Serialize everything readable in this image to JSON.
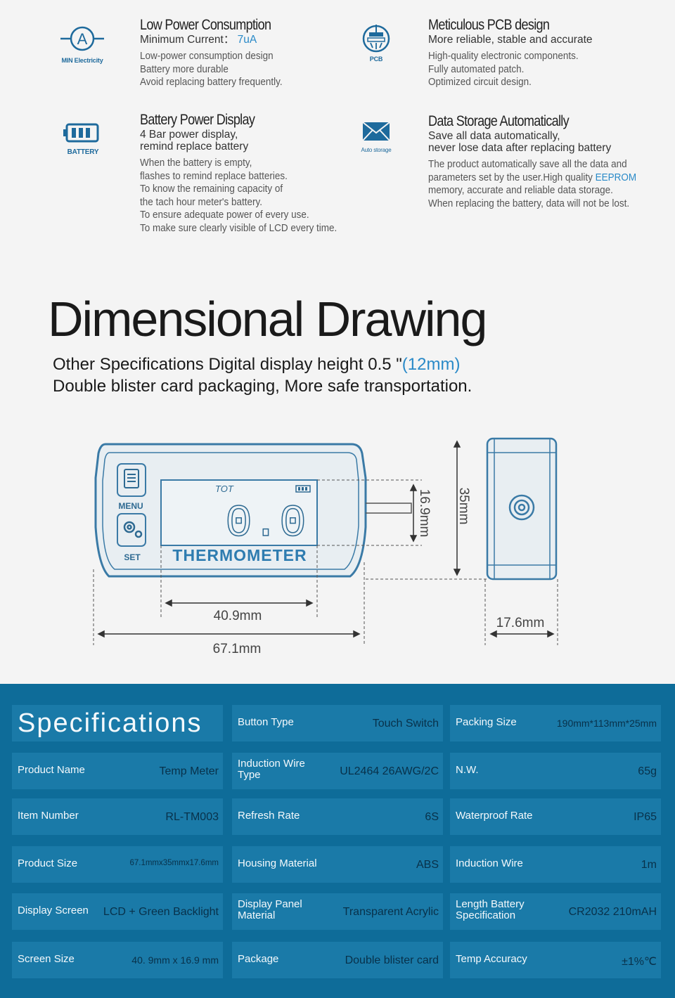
{
  "features": [
    {
      "id": "low-power",
      "icon": "ammeter-icon",
      "icon_caption": "MIN Electricity",
      "title": "Low Power Consumption",
      "subtitle_lines": [
        {
          "text": "Minimum Current：",
          "accent": "7uA"
        }
      ],
      "body_lines": [
        "Low-power consumption design",
        "Battery more durable",
        "Avoid replacing battery frequently."
      ]
    },
    {
      "id": "pcb",
      "icon": "pcb-chip-icon",
      "icon_caption": "PCB",
      "title": "Meticulous PCB design",
      "subtitle_lines": [
        {
          "text": "More reliable, stable and accurate",
          "accent": ""
        }
      ],
      "body_lines": [
        "High-quality electronic components.",
        "Fully automated patch.",
        "Optimized circuit design."
      ]
    },
    {
      "id": "battery",
      "icon": "battery-icon",
      "icon_caption": "BATTERY",
      "title": "Battery Power Display",
      "subtitle_lines": [
        {
          "text": "4 Bar power display,",
          "accent": ""
        },
        {
          "text": "remind replace battery",
          "accent": ""
        }
      ],
      "body_lines": [
        "When the battery is empty,",
        "flashes to remind replace batteries.",
        "To know the remaining capacity of",
        "the tach hour meter's battery.",
        "To ensure adequate power of every use.",
        "To make sure clearly visible of LCD every time."
      ]
    },
    {
      "id": "storage",
      "icon": "envelope-icon",
      "icon_caption": "Auto storage",
      "title": "Data Storage Automatically",
      "subtitle_lines": [
        {
          "text": "Save all data automatically,",
          "accent": ""
        },
        {
          "text": "never lose data after replacing battery",
          "accent": ""
        }
      ],
      "body_lines": [
        "The product automatically save all the data and",
        "parameters set by the user.High quality |EEPROM",
        "memory, accurate and reliable data storage.",
        "When replacing the battery, data will not be lost."
      ]
    }
  ],
  "headline": "Dimensional Drawing",
  "sublines": [
    {
      "text": "Other Specifications Digital display height 0.5 \"",
      "accent": "(12mm)"
    },
    {
      "text": "Double blister card packaging, More safe transportation.",
      "accent": ""
    }
  ],
  "drawing": {
    "lcd_mode": "TOT",
    "lcd_digits": "0.0",
    "device_label": "THERMOMETER",
    "menu_label": "MENU",
    "set_label": "SET",
    "dim_display_width": "40.9mm",
    "dim_total_width": "67.1mm",
    "dim_display_height": "16.9mm",
    "dim_total_height": "35mm",
    "dim_depth": "17.6mm"
  },
  "specs": {
    "title": "Specifications",
    "columns": [
      [
        {
          "label": "Product Name",
          "value": "Temp Meter"
        },
        {
          "label": "Item Number",
          "value": "RL-TM003"
        },
        {
          "label": "Product Size",
          "value": "67.1mmx35mmx17.6mm"
        },
        {
          "label": "Display Screen",
          "value": "LCD + Green Backlight"
        },
        {
          "label": "Screen Size",
          "value": "40. 9mm x 16.9 mm"
        }
      ],
      [
        {
          "label": "Button Type",
          "value": "Touch Switch"
        },
        {
          "label": "Induction Wire Type",
          "value": "UL2464 26AWG/2C"
        },
        {
          "label": "Refresh Rate",
          "value": "6S"
        },
        {
          "label": "Housing Material",
          "value": "ABS"
        },
        {
          "label": "Display Panel Material",
          "value": "Transparent Acrylic"
        },
        {
          "label": "Package",
          "value": "Double blister card"
        }
      ],
      [
        {
          "label": "Packing Size",
          "value": "190mm*113mm*25mm"
        },
        {
          "label": "N.W.",
          "value": "65g"
        },
        {
          "label": "Waterproof Rate",
          "value": "IP65"
        },
        {
          "label": "Induction Wire",
          "value": "1m"
        },
        {
          "label": "Length Battery Specification",
          "value": "CR2032 210mAH"
        },
        {
          "label": "Temp Accuracy",
          "value": "±1%℃"
        }
      ]
    ]
  },
  "colors": {
    "accent": "#2a8ac8",
    "icon": "#1e6a9c",
    "spec_bg": "#0e6c99",
    "spec_cell": "#1a7aa8",
    "spec_value": "#08314a"
  }
}
